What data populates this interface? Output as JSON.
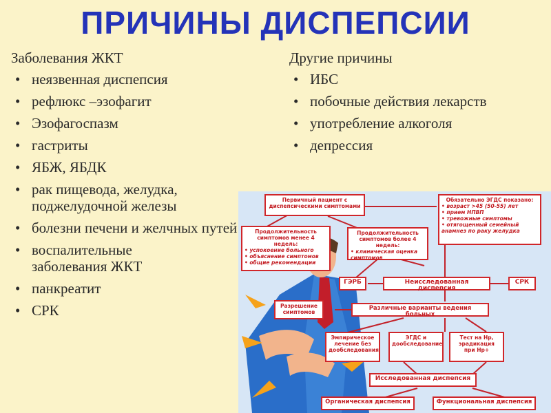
{
  "title": "ПРИЧИНЫ ДИСПЕПСИИ",
  "left_column": {
    "heading": "Заболевания ЖКТ",
    "items": [
      "неязвенная диспепсия",
      "рефлюкс –эзофагит",
      "Эзофагоспазм",
      "гастриты",
      "ЯБЖ, ЯБДК",
      "рак пищевода, желудка, поджелудочной железы",
      "болезни печени и желчных путей",
      "воспалительные заболевания ЖКТ",
      "панкреатит",
      "СРК"
    ]
  },
  "right_column": {
    "heading": "Другие причины",
    "items": [
      "ИБС",
      "побочные действия лекарств",
      "употребление алкоголя",
      "депрессия"
    ]
  },
  "bullet": "•",
  "diagram": {
    "primary_patient": "Первичный пациент с диспепсическими симптомами",
    "egds_indicated": {
      "title": "Обязательно ЭГДС показано:",
      "items": [
        "возраст >45 (50-55) лет",
        "прием НПВП",
        "тревожные симптомы",
        "отягощенный семейный анамнез по раку желудка"
      ]
    },
    "under_4_weeks": {
      "title": "Продолжительность симптомов менее 4 недель:",
      "items": [
        "успокоение больного",
        "объяснение симптомов",
        "общие рекомендации"
      ]
    },
    "over_4_weeks": {
      "title": "Продолжительность симптомов более 4 недель:",
      "items": [
        "клиническая оценка симптомов"
      ]
    },
    "gerd": "ГЭРБ",
    "uninvestigated": "Неисследованная диспепсия",
    "ibs": "СРК",
    "resolution": "Разрешение симптомов",
    "management_options": "Различные варианты ведения больных",
    "empirical": "Эмпирическое лечение без дообследования",
    "egds_workup": "ЭГДС и дообследование",
    "hp_test": "Тест на Hp, эрадикация при Hp+",
    "investigated": "Исследованная диспепсия",
    "organic": "Органическая диспепсия",
    "functional": "Функциональная диспепсия"
  }
}
